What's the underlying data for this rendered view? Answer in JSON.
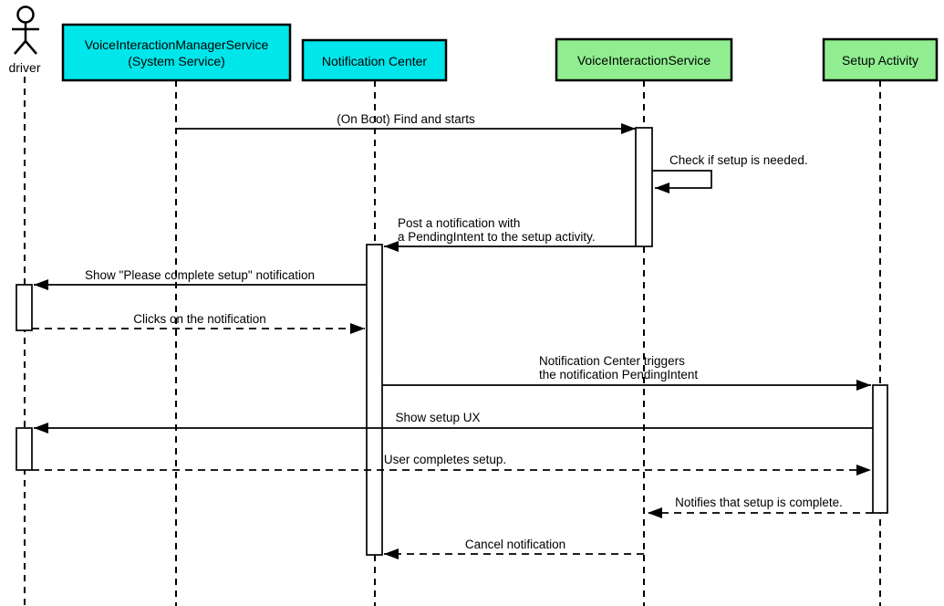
{
  "diagram": {
    "type": "uml-sequence",
    "participants": {
      "driver": {
        "label": "driver",
        "kind": "actor"
      },
      "vims": {
        "label_line1": "VoiceInteractionManagerService",
        "label_line2": "(System Service)",
        "kind": "box"
      },
      "notification_center": {
        "label": "Notification Center",
        "kind": "box"
      },
      "vis": {
        "label": "VoiceInteractionService",
        "kind": "box"
      },
      "setup_activity": {
        "label": "Setup Activity",
        "kind": "box"
      }
    },
    "messages": {
      "on_boot": {
        "label": "(On Boot) Find and starts",
        "from": "vims",
        "to": "vis",
        "style": "solid"
      },
      "check_setup": {
        "label": "Check if setup is needed.",
        "from": "vis",
        "to": "vis",
        "style": "solid-self"
      },
      "post_notification": {
        "label_line1": "Post a notification with",
        "label_line2": "a PendingIntent to the setup activity.",
        "from": "vis",
        "to": "notification_center",
        "style": "solid"
      },
      "show_notification": {
        "label": "Show \"Please complete setup\" notification",
        "from": "notification_center",
        "to": "driver",
        "style": "solid"
      },
      "click_notification": {
        "label": "Clicks on the notification",
        "from": "driver",
        "to": "notification_center",
        "style": "dashed"
      },
      "trigger_intent": {
        "label_line1": "Notification Center triggers",
        "label_line2": "the notification PendingIntent",
        "from": "notification_center",
        "to": "setup_activity",
        "style": "solid"
      },
      "show_setup_ux": {
        "label": "Show setup UX",
        "from": "setup_activity",
        "to": "driver",
        "style": "solid"
      },
      "user_completes": {
        "label": "User completes setup.",
        "from": "driver",
        "to": "setup_activity",
        "style": "dashed"
      },
      "notify_complete": {
        "label": "Notifies that setup is complete.",
        "from": "setup_activity",
        "to": "vis",
        "style": "dashed"
      },
      "cancel_notification": {
        "label": "Cancel notification",
        "from": "vis",
        "to": "notification_center",
        "style": "dashed"
      }
    },
    "colors": {
      "system_fill": "#00e6ea",
      "app_fill": "#90ee90",
      "line": "#000000",
      "background": "#ffffff"
    }
  }
}
